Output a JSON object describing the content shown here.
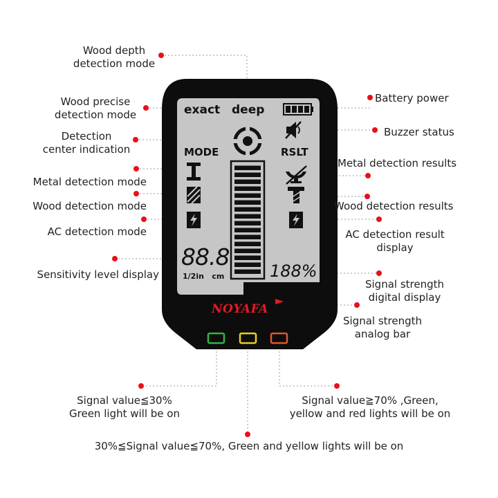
{
  "colors": {
    "device_body": "#0d0d0d",
    "lcd": "#c6c6c6",
    "lcd_ink": "#111111",
    "leader_dot": "#e8101a",
    "leader_line": "#9a9a9a",
    "brand": "#e41b23",
    "led_green": "#2fb742",
    "led_yellow": "#e8d21c",
    "led_red": "#e4572a"
  },
  "device": {
    "brand": "NOYAFA",
    "lcd": {
      "exact": "exact",
      "deep": "deep",
      "mode": "MODE",
      "rslt": "RSLT",
      "sensitivity": "88.8",
      "unit": "1/2in   cm",
      "signal_pct": "188%",
      "icons": [
        "battery-icon",
        "buzzer-mute-icon",
        "target-icon",
        "metal-mode-icon",
        "wood-mode-icon",
        "ac-mode-icon",
        "metal-result-icon",
        "wood-result-icon",
        "ac-result-icon"
      ],
      "signal_bar_segments": 16
    },
    "leds": [
      "green",
      "yellow",
      "red"
    ]
  },
  "labels": {
    "wood_depth": [
      "Wood depth",
      "detection mode"
    ],
    "wood_precise": [
      "Wood precise",
      "detection mode"
    ],
    "detection_center": [
      "Detection",
      "center indication"
    ],
    "metal_mode": "Metal detection mode",
    "wood_mode": "Wood detection mode",
    "ac_mode": "AC detection mode",
    "sensitivity": "Sensitivity level display",
    "battery": "Battery power",
    "buzzer": "Buzzer status",
    "metal_results": "Metal detection results",
    "wood_results": "Wood detection results",
    "ac_result": [
      "AC detection result",
      "display"
    ],
    "signal_digital": [
      "Signal strength",
      "digital display"
    ],
    "signal_analog": [
      "Signal strength",
      "analog bar"
    ],
    "signal_low": [
      "Signal value≦30%",
      "Green light will be on"
    ],
    "signal_high": [
      "Signal value≧70% ,Green,",
      "yellow and red lights will be on"
    ],
    "signal_mid": "30%≦Signal value≦70%, Green and yellow lights will be on"
  }
}
